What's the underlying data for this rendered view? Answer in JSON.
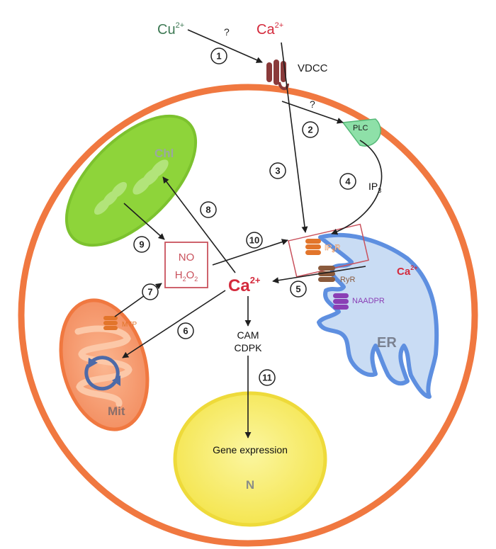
{
  "ions": {
    "cu": "Cu",
    "cu_charge": "2+",
    "ca_top": "Ca",
    "ca_top_charge": "2+",
    "ca_center": "Ca",
    "ca_center_charge": "2+",
    "ca_er": "Ca",
    "ca_er_charge": "2+"
  },
  "channels": {
    "vdcc": "VDCC",
    "plc": "PLC",
    "ip3": "IP",
    "ip3_sub": "3",
    "ip3r": "IP",
    "ip3r_sub": "3",
    "ip3r_tail": "R",
    "ryr": "RyR",
    "naadpr": "NAADPR",
    "mtp": "MTP"
  },
  "organelles": {
    "chl": "Chl",
    "mit": "Mit",
    "er": "ER",
    "nucleus": "N"
  },
  "ros": {
    "no": "NO",
    "h2o2_h1": "H",
    "h2o2_2a": "2",
    "h2o2_o": "O",
    "h2o2_2b": "2"
  },
  "cam": {
    "line1": "CAM",
    "line2": "CDPK"
  },
  "gene_expression": "Gene expression",
  "unknown_marks": [
    "?",
    "?"
  ],
  "steps": [
    "1",
    "2",
    "3",
    "4",
    "5",
    "6",
    "7",
    "8",
    "9",
    "10",
    "11"
  ],
  "colors": {
    "membrane": "#f07840",
    "cu": "#3f7a55",
    "ca": "#d42a3c",
    "chl_fill": "#8ed43a",
    "mit_fill": "#f6a47a",
    "er_fill": "#c9dcf4",
    "er_stroke": "#5e8fe0",
    "nucleus_fill": "#f8ee6a",
    "plc_fill": "#8ee0a8",
    "naadpr": "#8a3fb5",
    "ip3r": "#e2752b",
    "ryr": "#8a5a3c",
    "vdcc": "#8a3a3a"
  }
}
